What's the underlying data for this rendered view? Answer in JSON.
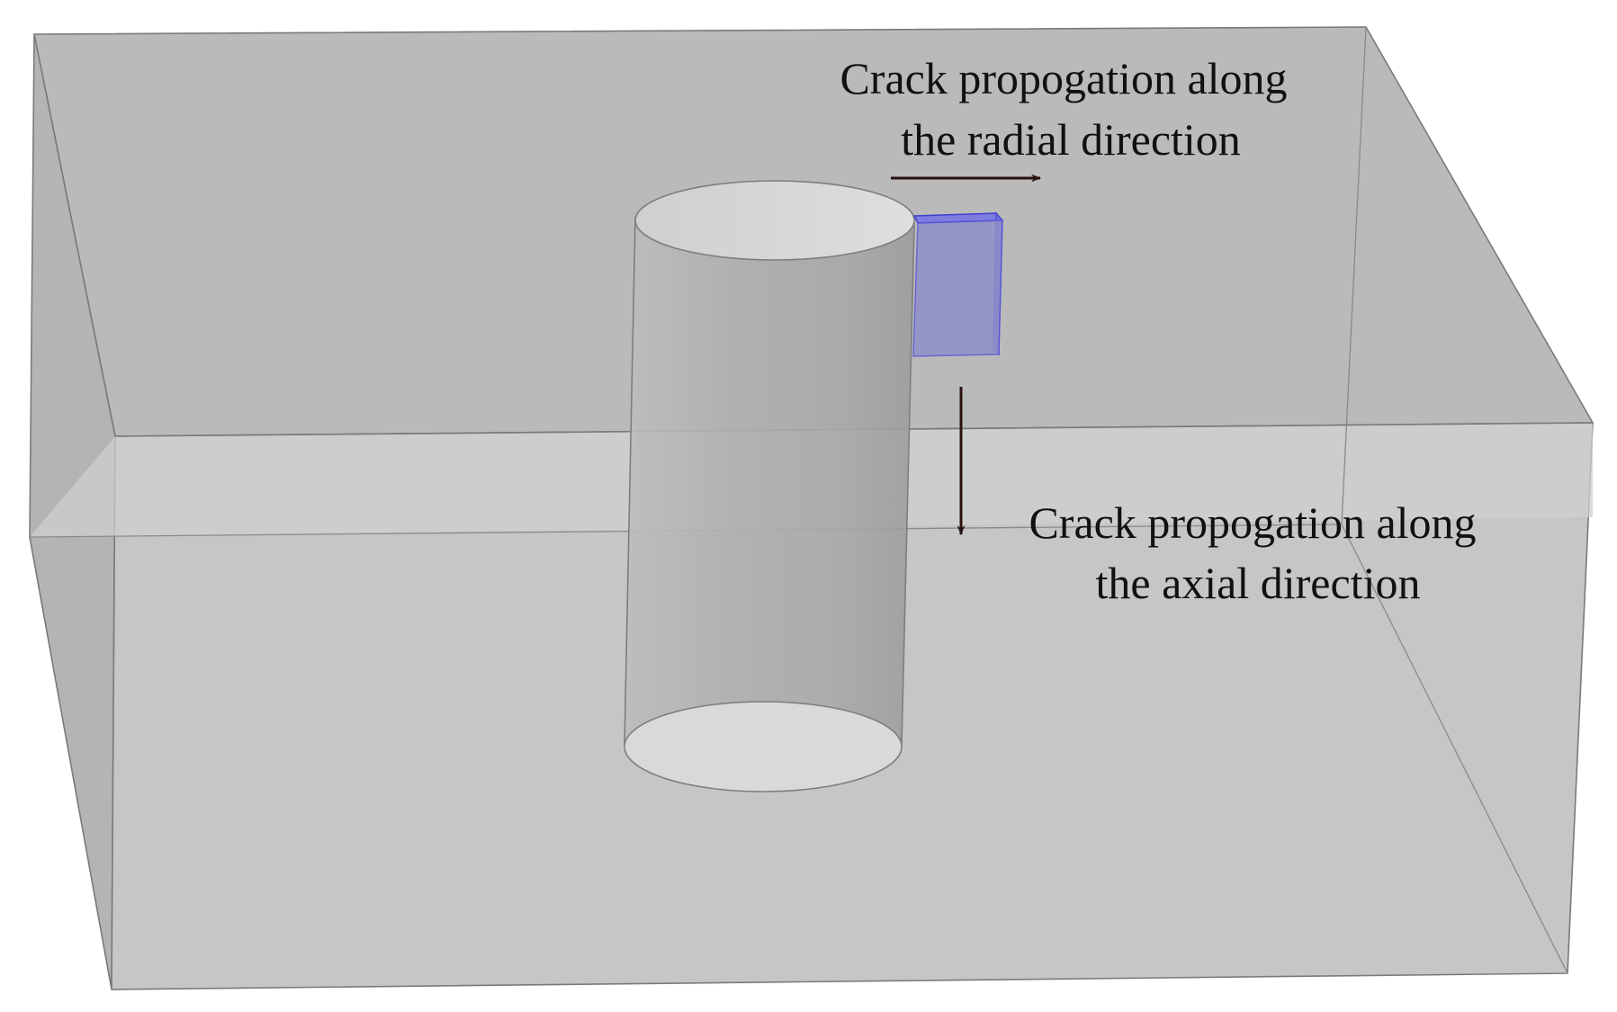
{
  "diagram": {
    "radial_label": {
      "line1": "Crack propogation along",
      "line2": "the radial direction"
    },
    "axial_label": {
      "line1": "Crack propogation along",
      "line2": "the axial direction"
    },
    "colors": {
      "block_fill": "#c4c4c4",
      "block_edge": "#7a7a7a",
      "cylinder_face": "#dcdcdc",
      "crack_fill": "#8f8fc9",
      "crack_edge": "#3f3fd0",
      "arrow": "#2a1212"
    }
  }
}
